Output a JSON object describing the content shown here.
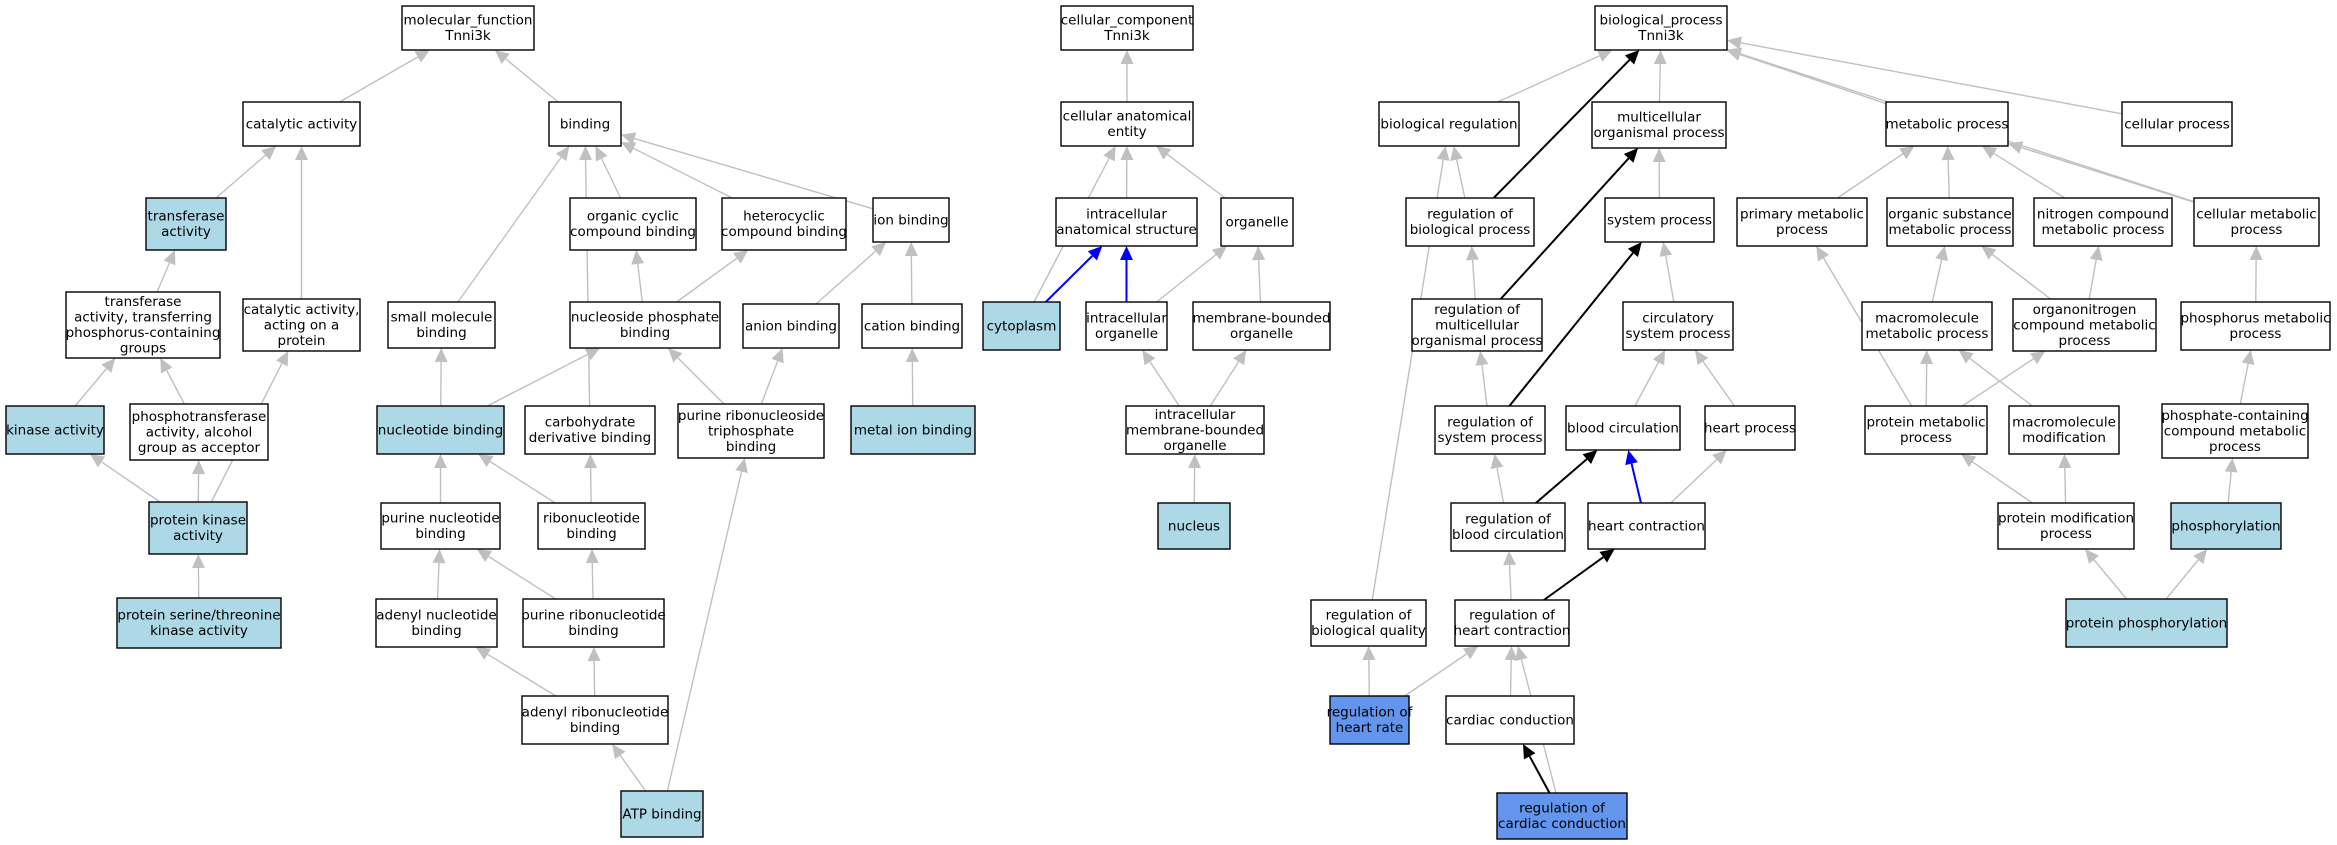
{
  "colors": {
    "default": "#ffffff",
    "annotated": "#add8e6",
    "selected": "#6495ed",
    "edge_default": "#c0c0c0",
    "edge_black": "#000000",
    "edge_blue": "#0000ff"
  },
  "nodes": [
    {
      "id": "mf",
      "lines": [
        "molecular_function",
        "Tnni3k"
      ],
      "fill": "default"
    },
    {
      "id": "catalytic",
      "lines": [
        "catalytic activity"
      ],
      "fill": "default"
    },
    {
      "id": "binding",
      "lines": [
        "binding"
      ],
      "fill": "default"
    },
    {
      "id": "transferase",
      "lines": [
        "transferase",
        "activity"
      ],
      "fill": "annotated"
    },
    {
      "id": "organic_cyclic",
      "lines": [
        "organic cyclic",
        "compound binding"
      ],
      "fill": "default"
    },
    {
      "id": "heterocyclic",
      "lines": [
        "heterocyclic",
        "compound binding"
      ],
      "fill": "default"
    },
    {
      "id": "ion_binding",
      "lines": [
        "ion binding"
      ],
      "fill": "default"
    },
    {
      "id": "transferase_phos",
      "lines": [
        "transferase",
        "activity, transferring",
        "phosphorus-containing",
        "groups"
      ],
      "fill": "default"
    },
    {
      "id": "catalytic_protein",
      "lines": [
        "catalytic activity,",
        "acting on a",
        "protein"
      ],
      "fill": "default"
    },
    {
      "id": "small_molecule",
      "lines": [
        "small molecule",
        "binding"
      ],
      "fill": "default"
    },
    {
      "id": "nucleoside_phosphate",
      "lines": [
        "nucleoside phosphate",
        "binding"
      ],
      "fill": "default"
    },
    {
      "id": "anion",
      "lines": [
        "anion binding"
      ],
      "fill": "default"
    },
    {
      "id": "cation",
      "lines": [
        "cation binding"
      ],
      "fill": "default"
    },
    {
      "id": "kinase",
      "lines": [
        "kinase activity"
      ],
      "fill": "annotated"
    },
    {
      "id": "phosphotransferase",
      "lines": [
        "phosphotransferase",
        "activity, alcohol",
        "group as acceptor"
      ],
      "fill": "default"
    },
    {
      "id": "nucleotide",
      "lines": [
        "nucleotide binding"
      ],
      "fill": "annotated"
    },
    {
      "id": "carbohydrate",
      "lines": [
        "carbohydrate",
        "derivative binding"
      ],
      "fill": "default"
    },
    {
      "id": "purine_ribonucleoside_tp",
      "lines": [
        "purine ribonucleoside",
        "triphosphate",
        "binding"
      ],
      "fill": "default"
    },
    {
      "id": "metal_ion",
      "lines": [
        "metal ion binding"
      ],
      "fill": "annotated"
    },
    {
      "id": "protein_kinase",
      "lines": [
        "protein kinase",
        "activity"
      ],
      "fill": "annotated"
    },
    {
      "id": "purine_nucleotide",
      "lines": [
        "purine nucleotide",
        "binding"
      ],
      "fill": "default"
    },
    {
      "id": "ribonucleotide",
      "lines": [
        "ribonucleotide",
        "binding"
      ],
      "fill": "default"
    },
    {
      "id": "ser_thr",
      "lines": [
        "protein serine/threonine",
        "kinase activity"
      ],
      "fill": "annotated"
    },
    {
      "id": "adenyl_nucleotide",
      "lines": [
        "adenyl nucleotide",
        "binding"
      ],
      "fill": "default"
    },
    {
      "id": "purine_ribonucleotide",
      "lines": [
        "purine ribonucleotide",
        "binding"
      ],
      "fill": "default"
    },
    {
      "id": "adenyl_ribonucleotide",
      "lines": [
        "adenyl ribonucleotide",
        "binding"
      ],
      "fill": "default"
    },
    {
      "id": "atp",
      "lines": [
        "ATP binding"
      ],
      "fill": "annotated"
    },
    {
      "id": "cc",
      "lines": [
        "cellular_component",
        "Tnni3k"
      ],
      "fill": "default"
    },
    {
      "id": "anatomical",
      "lines": [
        "cellular anatomical",
        "entity"
      ],
      "fill": "default"
    },
    {
      "id": "intracellular_struct",
      "lines": [
        "intracellular",
        "anatomical structure"
      ],
      "fill": "default"
    },
    {
      "id": "organelle",
      "lines": [
        "organelle"
      ],
      "fill": "default"
    },
    {
      "id": "cytoplasm",
      "lines": [
        "cytoplasm"
      ],
      "fill": "annotated"
    },
    {
      "id": "intracellular_organelle",
      "lines": [
        "intracellular",
        "organelle"
      ],
      "fill": "default"
    },
    {
      "id": "membrane_bounded",
      "lines": [
        "membrane-bounded",
        "organelle"
      ],
      "fill": "default"
    },
    {
      "id": "intracellular_mbo",
      "lines": [
        "intracellular",
        "membrane-bounded",
        "organelle"
      ],
      "fill": "default"
    },
    {
      "id": "nucleus",
      "lines": [
        "nucleus"
      ],
      "fill": "annotated"
    },
    {
      "id": "bp",
      "lines": [
        "biological_process",
        "Tnni3k"
      ],
      "fill": "default"
    },
    {
      "id": "bio_reg",
      "lines": [
        "biological regulation"
      ],
      "fill": "default"
    },
    {
      "id": "multicellular",
      "lines": [
        "multicellular",
        "organismal process"
      ],
      "fill": "default"
    },
    {
      "id": "metabolic",
      "lines": [
        "metabolic process"
      ],
      "fill": "default"
    },
    {
      "id": "cellular_process",
      "lines": [
        "cellular process"
      ],
      "fill": "default"
    },
    {
      "id": "reg_bio_process",
      "lines": [
        "regulation of",
        "biological process"
      ],
      "fill": "default"
    },
    {
      "id": "system_process",
      "lines": [
        "system process"
      ],
      "fill": "default"
    },
    {
      "id": "primary_metabolic",
      "lines": [
        "primary metabolic",
        "process"
      ],
      "fill": "default"
    },
    {
      "id": "organic_substance",
      "lines": [
        "organic substance",
        "metabolic process"
      ],
      "fill": "default"
    },
    {
      "id": "nitrogen_compound",
      "lines": [
        "nitrogen compound",
        "metabolic process"
      ],
      "fill": "default"
    },
    {
      "id": "cellular_metabolic",
      "lines": [
        "cellular metabolic",
        "process"
      ],
      "fill": "default"
    },
    {
      "id": "reg_multicellular",
      "lines": [
        "regulation of",
        "multicellular",
        "organismal process"
      ],
      "fill": "default"
    },
    {
      "id": "circulatory",
      "lines": [
        "circulatory",
        "system process"
      ],
      "fill": "default"
    },
    {
      "id": "macromolecule_metabolic",
      "lines": [
        "macromolecule",
        "metabolic process"
      ],
      "fill": "default"
    },
    {
      "id": "organonitrogen",
      "lines": [
        "organonitrogen",
        "compound metabolic",
        "process"
      ],
      "fill": "default"
    },
    {
      "id": "phosphorus_metabolic",
      "lines": [
        "phosphorus metabolic",
        "process"
      ],
      "fill": "default"
    },
    {
      "id": "reg_system",
      "lines": [
        "regulation of",
        "system process"
      ],
      "fill": "default"
    },
    {
      "id": "blood_circulation",
      "lines": [
        "blood circulation"
      ],
      "fill": "default"
    },
    {
      "id": "heart_process",
      "lines": [
        "heart process"
      ],
      "fill": "default"
    },
    {
      "id": "protein_metabolic",
      "lines": [
        "protein metabolic",
        "process"
      ],
      "fill": "default"
    },
    {
      "id": "macromolecule_mod",
      "lines": [
        "macromolecule",
        "modification"
      ],
      "fill": "default"
    },
    {
      "id": "phosphate_containing",
      "lines": [
        "phosphate-containing",
        "compound metabolic",
        "process"
      ],
      "fill": "default"
    },
    {
      "id": "reg_blood_circ",
      "lines": [
        "regulation of",
        "blood circulation"
      ],
      "fill": "default"
    },
    {
      "id": "heart_contraction",
      "lines": [
        "heart contraction"
      ],
      "fill": "default"
    },
    {
      "id": "protein_mod",
      "lines": [
        "protein modification",
        "process"
      ],
      "fill": "default"
    },
    {
      "id": "phosphorylation",
      "lines": [
        "phosphorylation"
      ],
      "fill": "annotated"
    },
    {
      "id": "reg_bio_quality",
      "lines": [
        "regulation of",
        "biological quality"
      ],
      "fill": "default"
    },
    {
      "id": "reg_heart_contraction",
      "lines": [
        "regulation of",
        "heart contraction"
      ],
      "fill": "default"
    },
    {
      "id": "protein_phos",
      "lines": [
        "protein phosphorylation"
      ],
      "fill": "annotated"
    },
    {
      "id": "reg_heart_rate",
      "lines": [
        "regulation of",
        "heart rate"
      ],
      "fill": "selected"
    },
    {
      "id": "cardiac_conduction",
      "lines": [
        "cardiac conduction"
      ],
      "fill": "default"
    },
    {
      "id": "reg_cardiac_conduction",
      "lines": [
        "regulation of",
        "cardiac conduction"
      ],
      "fill": "selected"
    }
  ],
  "edges": [
    {
      "from": "catalytic",
      "to": "mf",
      "color": "edge_default"
    },
    {
      "from": "binding",
      "to": "mf",
      "color": "edge_default"
    },
    {
      "from": "transferase",
      "to": "catalytic",
      "color": "edge_default"
    },
    {
      "from": "catalytic_protein",
      "to": "catalytic",
      "color": "edge_default"
    },
    {
      "from": "organic_cyclic",
      "to": "binding",
      "color": "edge_default"
    },
    {
      "from": "heterocyclic",
      "to": "binding",
      "color": "edge_default"
    },
    {
      "from": "ion_binding",
      "to": "binding",
      "color": "edge_default"
    },
    {
      "from": "small_molecule",
      "to": "binding",
      "color": "edge_default"
    },
    {
      "from": "carbohydrate",
      "to": "binding",
      "color": "edge_default"
    },
    {
      "from": "transferase_phos",
      "to": "transferase",
      "color": "edge_default"
    },
    {
      "from": "nucleoside_phosphate",
      "to": "organic_cyclic",
      "color": "edge_default"
    },
    {
      "from": "nucleoside_phosphate",
      "to": "heterocyclic",
      "color": "edge_default"
    },
    {
      "from": "anion",
      "to": "ion_binding",
      "color": "edge_default"
    },
    {
      "from": "cation",
      "to": "ion_binding",
      "color": "edge_default"
    },
    {
      "from": "kinase",
      "to": "transferase_phos",
      "color": "edge_default"
    },
    {
      "from": "phosphotransferase",
      "to": "transferase_phos",
      "color": "edge_default"
    },
    {
      "from": "nucleotide",
      "to": "small_molecule",
      "color": "edge_default"
    },
    {
      "from": "nucleotide",
      "to": "nucleoside_phosphate",
      "color": "edge_default"
    },
    {
      "from": "purine_ribonucleoside_tp",
      "to": "nucleoside_phosphate",
      "color": "edge_default"
    },
    {
      "from": "purine_ribonucleoside_tp",
      "to": "anion",
      "color": "edge_default"
    },
    {
      "from": "metal_ion",
      "to": "cation",
      "color": "edge_default"
    },
    {
      "from": "protein_kinase",
      "to": "kinase",
      "color": "edge_default"
    },
    {
      "from": "protein_kinase",
      "to": "phosphotransferase",
      "color": "edge_default"
    },
    {
      "from": "protein_kinase",
      "to": "catalytic_protein",
      "color": "edge_default"
    },
    {
      "from": "purine_nucleotide",
      "to": "nucleotide",
      "color": "edge_default"
    },
    {
      "from": "ribonucleotide",
      "to": "nucleotide",
      "color": "edge_default"
    },
    {
      "from": "ribonucleotide",
      "to": "carbohydrate",
      "color": "edge_default"
    },
    {
      "from": "ser_thr",
      "to": "protein_kinase",
      "color": "edge_default"
    },
    {
      "from": "adenyl_nucleotide",
      "to": "purine_nucleotide",
      "color": "edge_default"
    },
    {
      "from": "purine_ribonucleotide",
      "to": "purine_nucleotide",
      "color": "edge_default"
    },
    {
      "from": "purine_ribonucleotide",
      "to": "ribonucleotide",
      "color": "edge_default"
    },
    {
      "from": "adenyl_ribonucleotide",
      "to": "adenyl_nucleotide",
      "color": "edge_default"
    },
    {
      "from": "adenyl_ribonucleotide",
      "to": "purine_ribonucleotide",
      "color": "edge_default"
    },
    {
      "from": "atp",
      "to": "adenyl_ribonucleotide",
      "color": "edge_default"
    },
    {
      "from": "atp",
      "to": "purine_ribonucleoside_tp",
      "color": "edge_default"
    },
    {
      "from": "anatomical",
      "to": "cc",
      "color": "edge_default"
    },
    {
      "from": "intracellular_struct",
      "to": "anatomical",
      "color": "edge_default"
    },
    {
      "from": "organelle",
      "to": "anatomical",
      "color": "edge_default"
    },
    {
      "from": "cytoplasm",
      "to": "anatomical",
      "color": "edge_default"
    },
    {
      "from": "cytoplasm",
      "to": "intracellular_struct",
      "color": "edge_blue"
    },
    {
      "from": "intracellular_organelle",
      "to": "intracellular_struct",
      "color": "edge_blue"
    },
    {
      "from": "intracellular_organelle",
      "to": "organelle",
      "color": "edge_default"
    },
    {
      "from": "membrane_bounded",
      "to": "organelle",
      "color": "edge_default"
    },
    {
      "from": "intracellular_mbo",
      "to": "intracellular_organelle",
      "color": "edge_default"
    },
    {
      "from": "intracellular_mbo",
      "to": "membrane_bounded",
      "color": "edge_default"
    },
    {
      "from": "nucleus",
      "to": "intracellular_mbo",
      "color": "edge_default"
    },
    {
      "from": "bio_reg",
      "to": "bp",
      "color": "edge_default"
    },
    {
      "from": "multicellular",
      "to": "bp",
      "color": "edge_default"
    },
    {
      "from": "metabolic",
      "to": "bp",
      "color": "edge_default"
    },
    {
      "from": "cellular_process",
      "to": "bp",
      "color": "edge_default"
    },
    {
      "from": "cellular_metabolic",
      "to": "bp",
      "color": "edge_default"
    },
    {
      "from": "reg_bio_process",
      "to": "bp",
      "color": "edge_black"
    },
    {
      "from": "reg_bio_process",
      "to": "bio_reg",
      "color": "edge_default"
    },
    {
      "from": "system_process",
      "to": "multicellular",
      "color": "edge_default"
    },
    {
      "from": "reg_multicellular",
      "to": "multicellular",
      "color": "edge_black"
    },
    {
      "from": "reg_multicellular",
      "to": "reg_bio_process",
      "color": "edge_default"
    },
    {
      "from": "primary_metabolic",
      "to": "metabolic",
      "color": "edge_default"
    },
    {
      "from": "organic_substance",
      "to": "metabolic",
      "color": "edge_default"
    },
    {
      "from": "nitrogen_compound",
      "to": "metabolic",
      "color": "edge_default"
    },
    {
      "from": "cellular_metabolic",
      "to": "metabolic",
      "color": "edge_default"
    },
    {
      "from": "circulatory",
      "to": "system_process",
      "color": "edge_default"
    },
    {
      "from": "reg_system",
      "to": "system_process",
      "color": "edge_black"
    },
    {
      "from": "reg_system",
      "to": "reg_multicellular",
      "color": "edge_default"
    },
    {
      "from": "macromolecule_metabolic",
      "to": "organic_substance",
      "color": "edge_default"
    },
    {
      "from": "organonitrogen",
      "to": "organic_substance",
      "color": "edge_default"
    },
    {
      "from": "organonitrogen",
      "to": "nitrogen_compound",
      "color": "edge_default"
    },
    {
      "from": "phosphorus_metabolic",
      "to": "cellular_metabolic",
      "color": "edge_default"
    },
    {
      "from": "blood_circulation",
      "to": "circulatory",
      "color": "edge_default"
    },
    {
      "from": "heart_process",
      "to": "circulatory",
      "color": "edge_default"
    },
    {
      "from": "protein_metabolic",
      "to": "primary_metabolic",
      "color": "edge_default"
    },
    {
      "from": "protein_metabolic",
      "to": "macromolecule_metabolic",
      "color": "edge_default"
    },
    {
      "from": "protein_metabolic",
      "to": "organonitrogen",
      "color": "edge_default"
    },
    {
      "from": "macromolecule_mod",
      "to": "macromolecule_metabolic",
      "color": "edge_default"
    },
    {
      "from": "phosphate_containing",
      "to": "phosphorus_metabolic",
      "color": "edge_default"
    },
    {
      "from": "reg_blood_circ",
      "to": "reg_system",
      "color": "edge_default"
    },
    {
      "from": "reg_blood_circ",
      "to": "blood_circulation",
      "color": "edge_black"
    },
    {
      "from": "heart_contraction",
      "to": "blood_circulation",
      "color": "edge_blue"
    },
    {
      "from": "heart_contraction",
      "to": "heart_process",
      "color": "edge_default"
    },
    {
      "from": "protein_mod",
      "to": "protein_metabolic",
      "color": "edge_default"
    },
    {
      "from": "protein_mod",
      "to": "macromolecule_mod",
      "color": "edge_default"
    },
    {
      "from": "phosphorylation",
      "to": "phosphate_containing",
      "color": "edge_default"
    },
    {
      "from": "reg_bio_quality",
      "to": "bio_reg",
      "color": "edge_default"
    },
    {
      "from": "reg_heart_contraction",
      "to": "reg_blood_circ",
      "color": "edge_default"
    },
    {
      "from": "reg_heart_contraction",
      "to": "heart_contraction",
      "color": "edge_black"
    },
    {
      "from": "protein_phos",
      "to": "protein_mod",
      "color": "edge_default"
    },
    {
      "from": "protein_phos",
      "to": "phosphorylation",
      "color": "edge_default"
    },
    {
      "from": "reg_heart_rate",
      "to": "reg_bio_quality",
      "color": "edge_default"
    },
    {
      "from": "reg_heart_rate",
      "to": "reg_heart_contraction",
      "color": "edge_default"
    },
    {
      "from": "cardiac_conduction",
      "to": "reg_heart_contraction",
      "color": "edge_default"
    },
    {
      "from": "reg_cardiac_conduction",
      "to": "cardiac_conduction",
      "color": "edge_black"
    },
    {
      "from": "reg_cardiac_conduction",
      "to": "reg_heart_contraction",
      "color": "edge_default"
    }
  ]
}
